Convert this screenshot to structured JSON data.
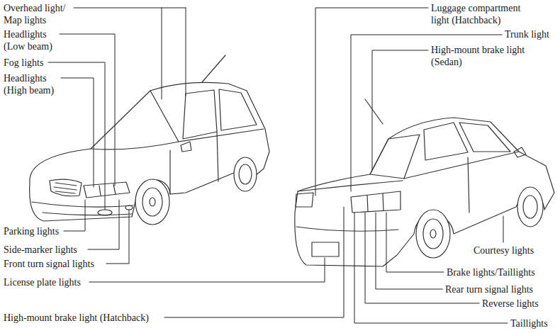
{
  "diagram": {
    "labels": [
      "Overhead light/ Map lights",
      "Headlights (Low beam)",
      "Fog lights",
      "Headlights (High beam)",
      "Parking lights",
      "Side-marker lights",
      "Front turn signal lights",
      "License plate lights",
      "High-mount brake light (Hatchback)",
      "Luggage compartment light (Hatchback)",
      "Trunk light",
      "High-mount brake light (Sedan)",
      "Courtesy lights",
      "Brake lights/Taillights",
      "Rear turn signal lights",
      "Reverse lights",
      "Taillights"
    ]
  }
}
